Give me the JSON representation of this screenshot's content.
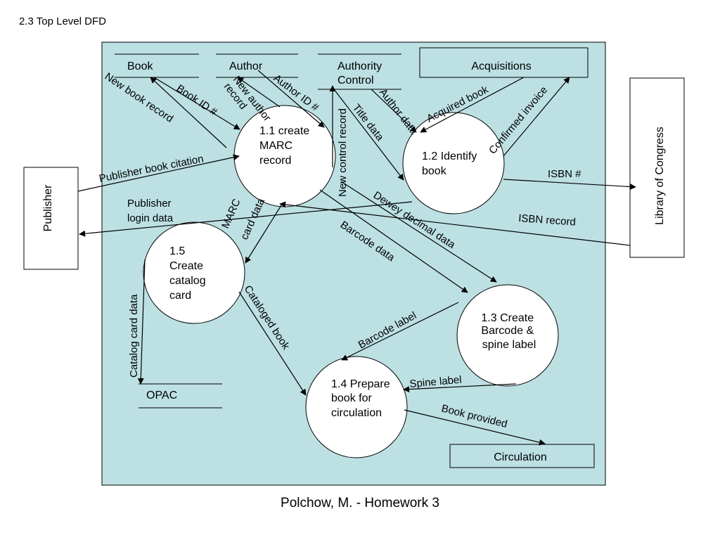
{
  "title": "2.3 Top Level DFD",
  "footer": "Polchow, M. - Homework 3",
  "colors": {
    "system_background": "#bde0e3",
    "line": "#000000"
  },
  "external_entities": {
    "publisher": "Publisher",
    "library_of_congress": "Library of Congress",
    "acquisitions": "Acquisitions",
    "circulation": "Circulation"
  },
  "data_stores": {
    "book": "Book",
    "author": "Author",
    "authority_control": [
      "Authority",
      "Control"
    ],
    "opac": "OPAC"
  },
  "processes": {
    "p1_1": [
      "1.1 create",
      "MARC",
      "record"
    ],
    "p1_2": [
      "1.2 Identify",
      "book"
    ],
    "p1_3": [
      "1.3 Create",
      "Barcode &",
      "spine label"
    ],
    "p1_4": [
      "1.4 Prepare",
      "book for",
      "circulation"
    ],
    "p1_5": [
      "1.5",
      "Create",
      "catalog",
      "card"
    ]
  },
  "flows": {
    "new_book_record": "New book record",
    "book_id": "Book ID #",
    "new_author_record": [
      "New author",
      "record"
    ],
    "author_id": "Author ID #",
    "new_control_record": "New control record",
    "title_data": "Title data",
    "author_data": "Author data",
    "acquired_book": "Acquired book",
    "confirmed_invoice": "Confirmed invoice",
    "publisher_book_citation": "Publisher book citation",
    "publisher_login_data": [
      "Publisher",
      "login data"
    ],
    "isbn": "ISBN #",
    "isbn_record": "ISBN record",
    "marc_card_data": [
      "MARC",
      "card data"
    ],
    "dewey_decimal_data": "Dewey decimal data",
    "barcode_data": "Barcode data",
    "catalog_card_data": "Catalog card data",
    "cataloged_book": "Cataloged book",
    "barcode_label": "Barcode label",
    "spine_label": "Spine label",
    "book_provided": "Book provided"
  }
}
